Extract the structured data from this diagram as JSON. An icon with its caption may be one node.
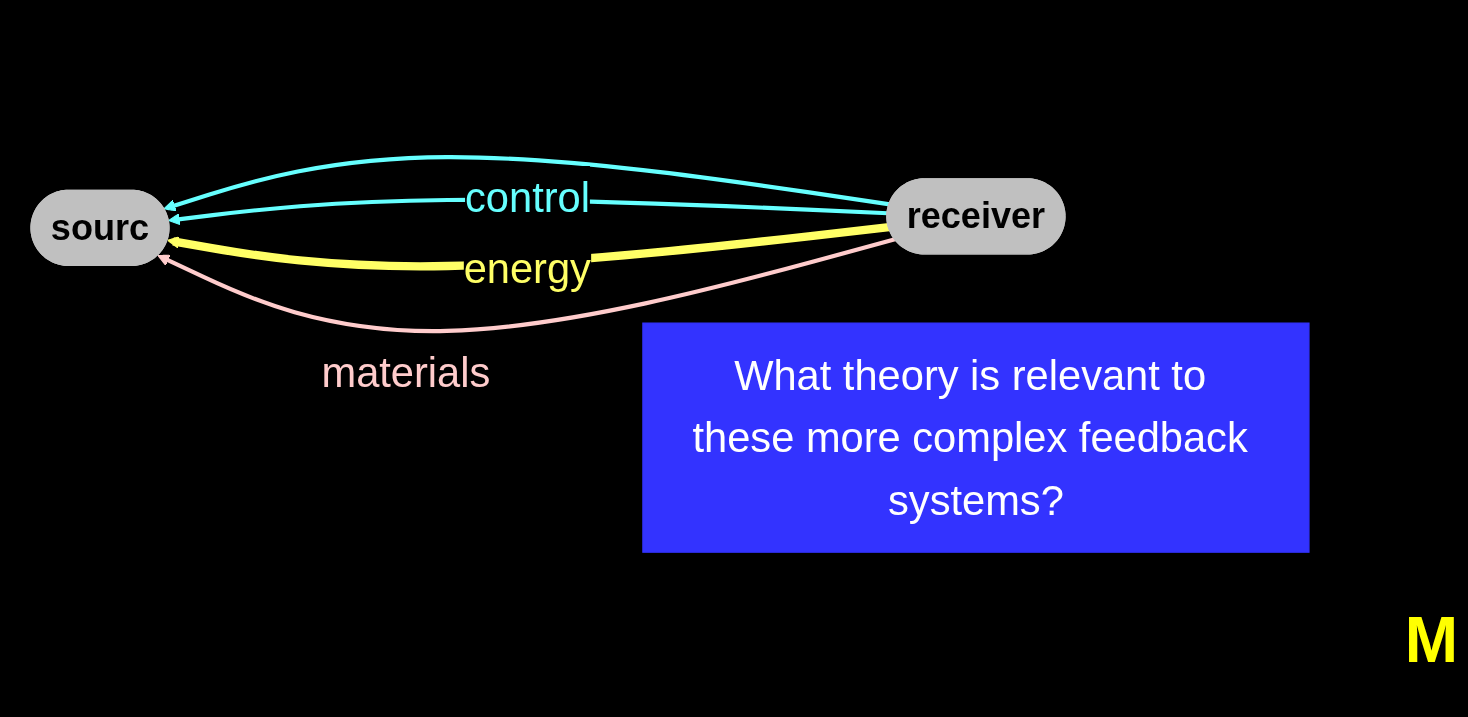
{
  "diagram": {
    "nodes": [
      {
        "text": [
          "sourc"
        ]
      },
      {
        "text": [
          "receiver"
        ]
      },
      {
        "text": [
          "What theory is relevant to these more complex feedback systems?"
        ]
      }
    ],
    "edges": [
      {
        "from": 1,
        "to": 0,
        "arrow": "to",
        "color": "#66ffff"
      },
      {
        "from": 1,
        "to": 0,
        "arrow": "to",
        "label": "control",
        "color": "#66ffff"
      },
      {
        "from": 1,
        "to": 0,
        "arrow": "to",
        "label": "energy",
        "style": "thick",
        "color": "#ffff66"
      },
      {
        "from": 1,
        "to": 0,
        "arrow": "to",
        "label": "materials",
        "color": "#ffcccc"
      }
    ],
    "labels": [
      "M"
    ]
  }
}
